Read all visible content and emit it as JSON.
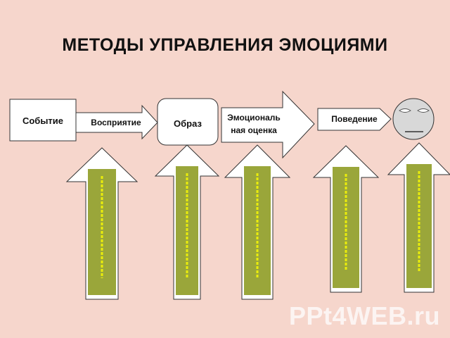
{
  "title": "МЕТОДЫ УПРАВЛЕНИЯ ЭМОЦИЯМИ",
  "flow": {
    "event": "Событие",
    "perception": "Восприятие",
    "image": "Образ",
    "emotional_line1": "Эмоциональ",
    "emotional_line2": "ная оценка",
    "behavior": "Поведение"
  },
  "colors": {
    "background": "#f6d6cc",
    "arrow_fill": "#9aa63a",
    "arrow_text": "#ffff00",
    "box_fill": "#ffffff",
    "face_fill": "#d8d8d8"
  },
  "watermark": "PPt4WEB.ru"
}
